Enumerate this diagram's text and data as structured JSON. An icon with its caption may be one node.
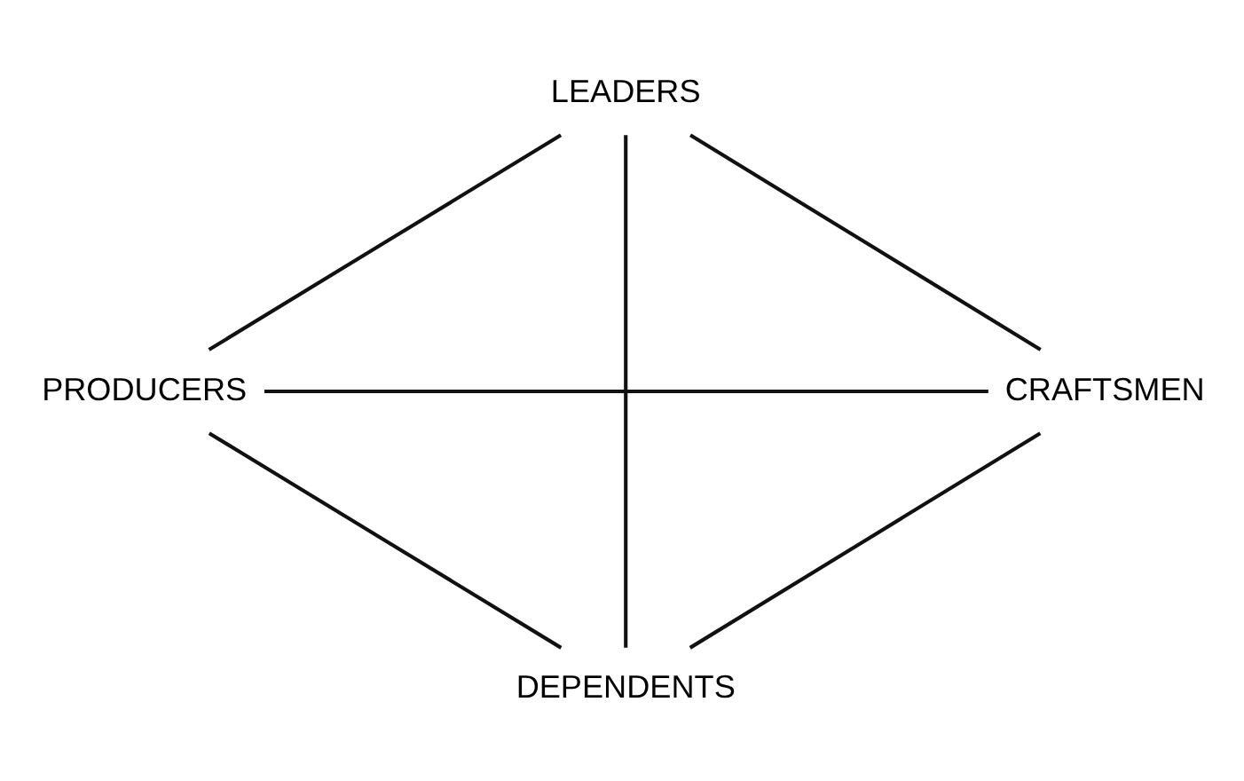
{
  "diagram": {
    "nodes": [
      {
        "text": [
          "LEADERS"
        ]
      },
      {
        "text": [
          "PRODUCERS"
        ]
      },
      {
        "text": [
          "CRAFTSMEN"
        ]
      },
      {
        "text": [
          "DEPENDENTS"
        ]
      }
    ],
    "edges": [
      {
        "from": 0,
        "to": 1,
        "arrow": "none"
      },
      {
        "from": 0,
        "to": 2,
        "arrow": "none"
      },
      {
        "from": 1,
        "to": 3,
        "arrow": "none"
      },
      {
        "from": 2,
        "to": 3,
        "arrow": "none"
      },
      {
        "from": 0,
        "to": 3,
        "arrow": "none"
      },
      {
        "from": 1,
        "to": 2,
        "arrow": "none"
      }
    ]
  }
}
